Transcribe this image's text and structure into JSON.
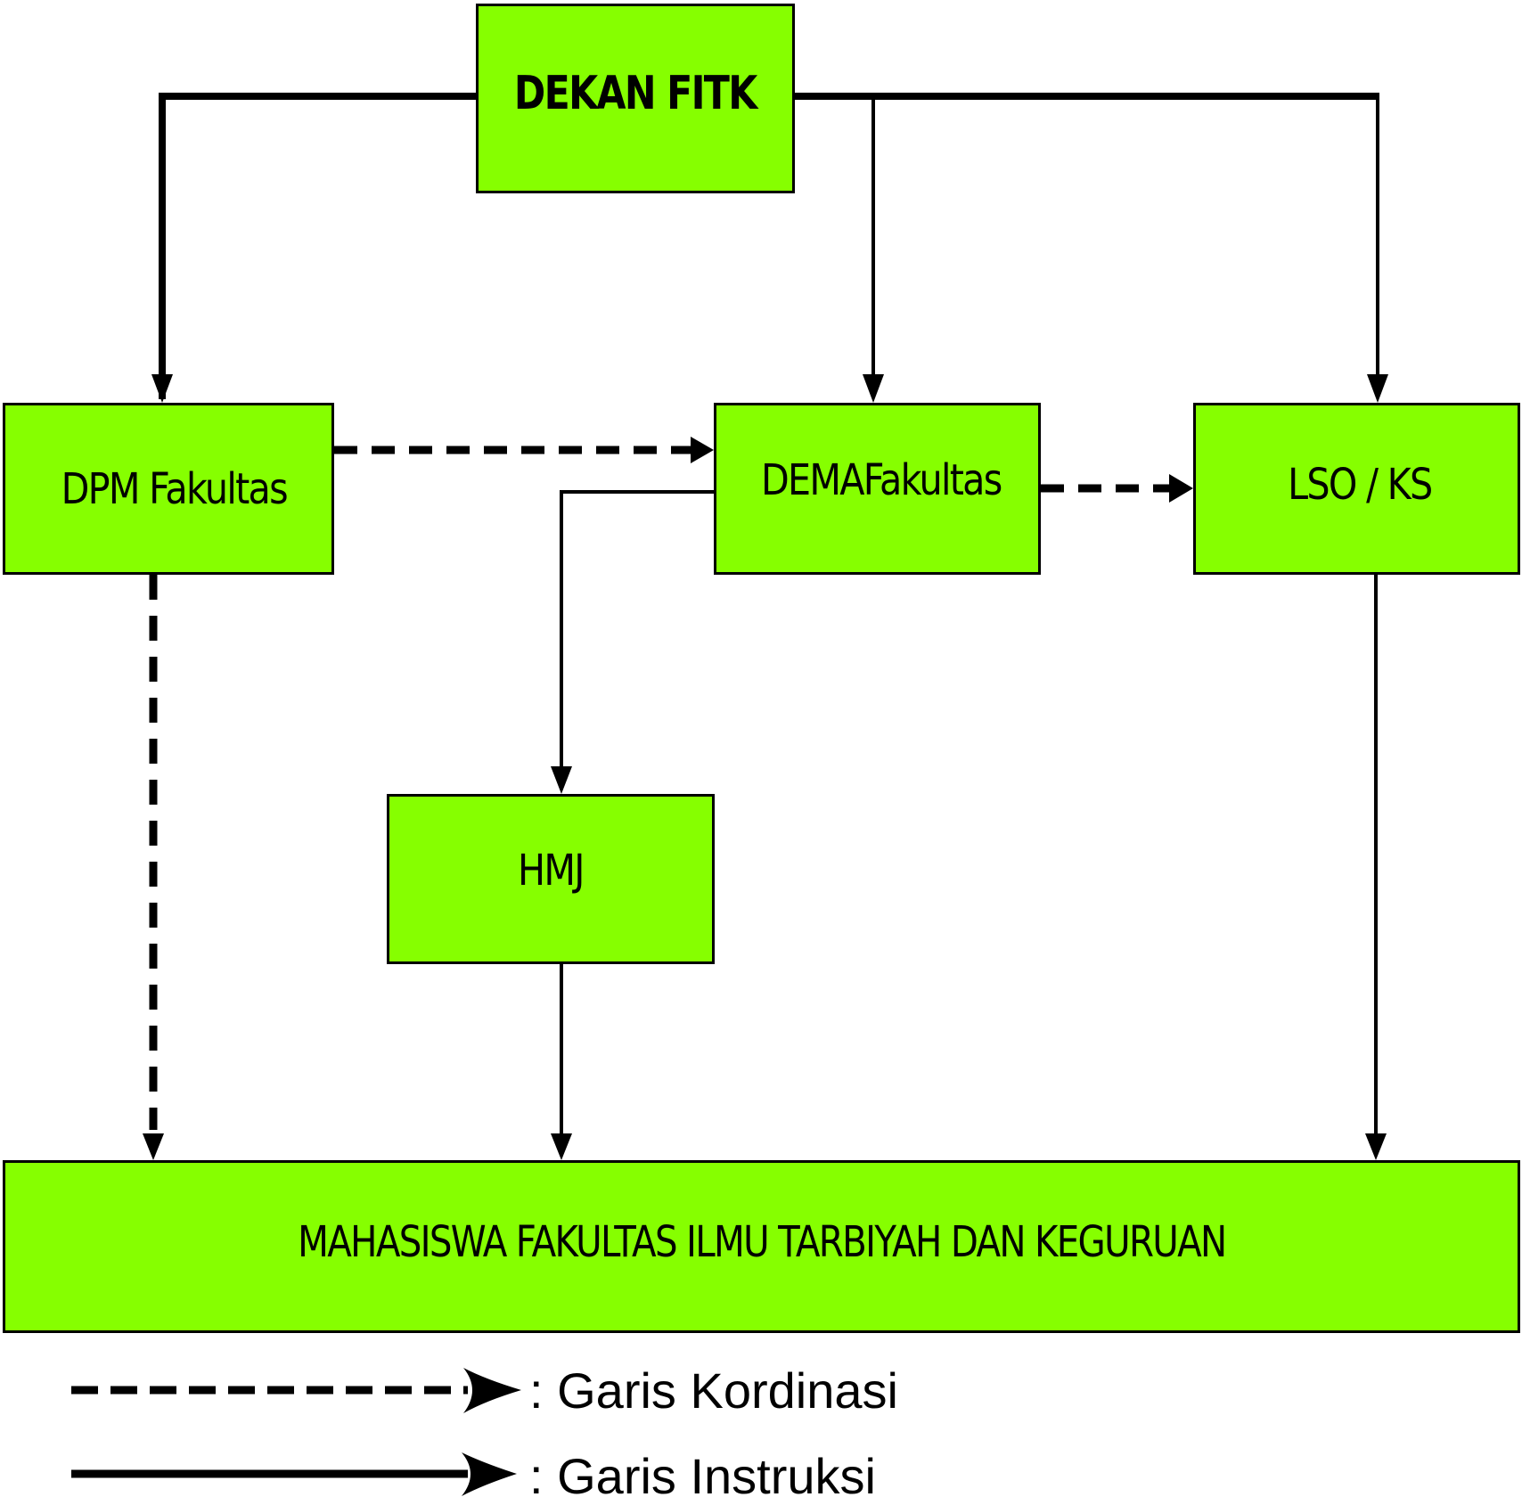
{
  "diagram": {
    "box_fill": "#86ff00",
    "line_color": "#000000",
    "nodes": {
      "dekan": "DEKAN FITK",
      "dpm": "DPM Fakultas",
      "dema": "DEMAFakultas",
      "lso": "LSO / KS",
      "hmj": "HMJ",
      "mahasiswa": "MAHASISWA FAKULTAS ILMU TARBIYAH DAN KEGURUAN"
    },
    "legend": {
      "coordination": ": Garis Kordinasi",
      "instruction": ": Garis Instruksi"
    }
  }
}
